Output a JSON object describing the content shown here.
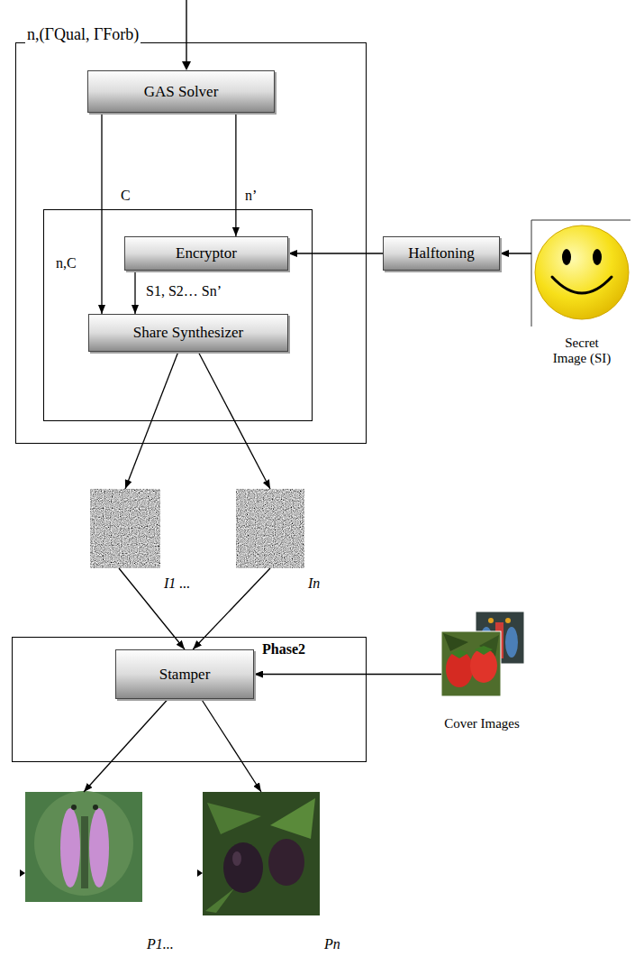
{
  "diagram": {
    "nodes": [
      {
        "text": []
      },
      {
        "text": [
          "GAS Solver"
        ],
        "in": 0
      },
      {
        "text": [],
        "in": 0
      },
      {
        "text": [
          "Encryptor"
        ],
        "in": 2
      },
      {
        "text": [
          "Share Synthesizer"
        ],
        "in": 2
      },
      {
        "text": [
          "Halftoning"
        ]
      },
      {
        "text": [
          "Secret Image (SI)"
        ]
      },
      {
        "text": [
          "I1 ..."
        ]
      },
      {
        "text": [
          "In"
        ]
      },
      {
        "text": [
          "Phase2"
        ]
      },
      {
        "text": [
          "Stamper"
        ],
        "in": 9
      },
      {
        "text": [
          "Cover Images"
        ]
      },
      {
        "text": [
          "P1..."
        ]
      },
      {
        "text": [
          "Pn"
        ]
      }
    ],
    "edges": [
      {
        "from": 1,
        "to": 4,
        "label": "n,C",
        "arrow": "to"
      },
      {
        "from": 1,
        "to": 3,
        "label": "n’",
        "arrow": "to"
      },
      {
        "from": 6,
        "to": 5,
        "arrow": "to"
      },
      {
        "from": 5,
        "to": 3,
        "arrow": "to"
      },
      {
        "from": 3,
        "to": 4,
        "label": "S1, S2… Sn’",
        "arrow": "to"
      },
      {
        "from": 4,
        "to": 7,
        "arrow": "to"
      },
      {
        "from": 4,
        "to": 8,
        "arrow": "to"
      },
      {
        "from": 7,
        "to": 10,
        "arrow": "to"
      },
      {
        "from": 8,
        "to": 10,
        "arrow": "to"
      },
      {
        "from": 11,
        "to": 10,
        "arrow": "to"
      },
      {
        "from": 10,
        "to": 12,
        "arrow": "to"
      },
      {
        "from": 10,
        "to": 13,
        "arrow": "to"
      }
    ],
    "labels": [
      "n,(ΓQual, ΓForb)",
      "C"
    ]
  }
}
